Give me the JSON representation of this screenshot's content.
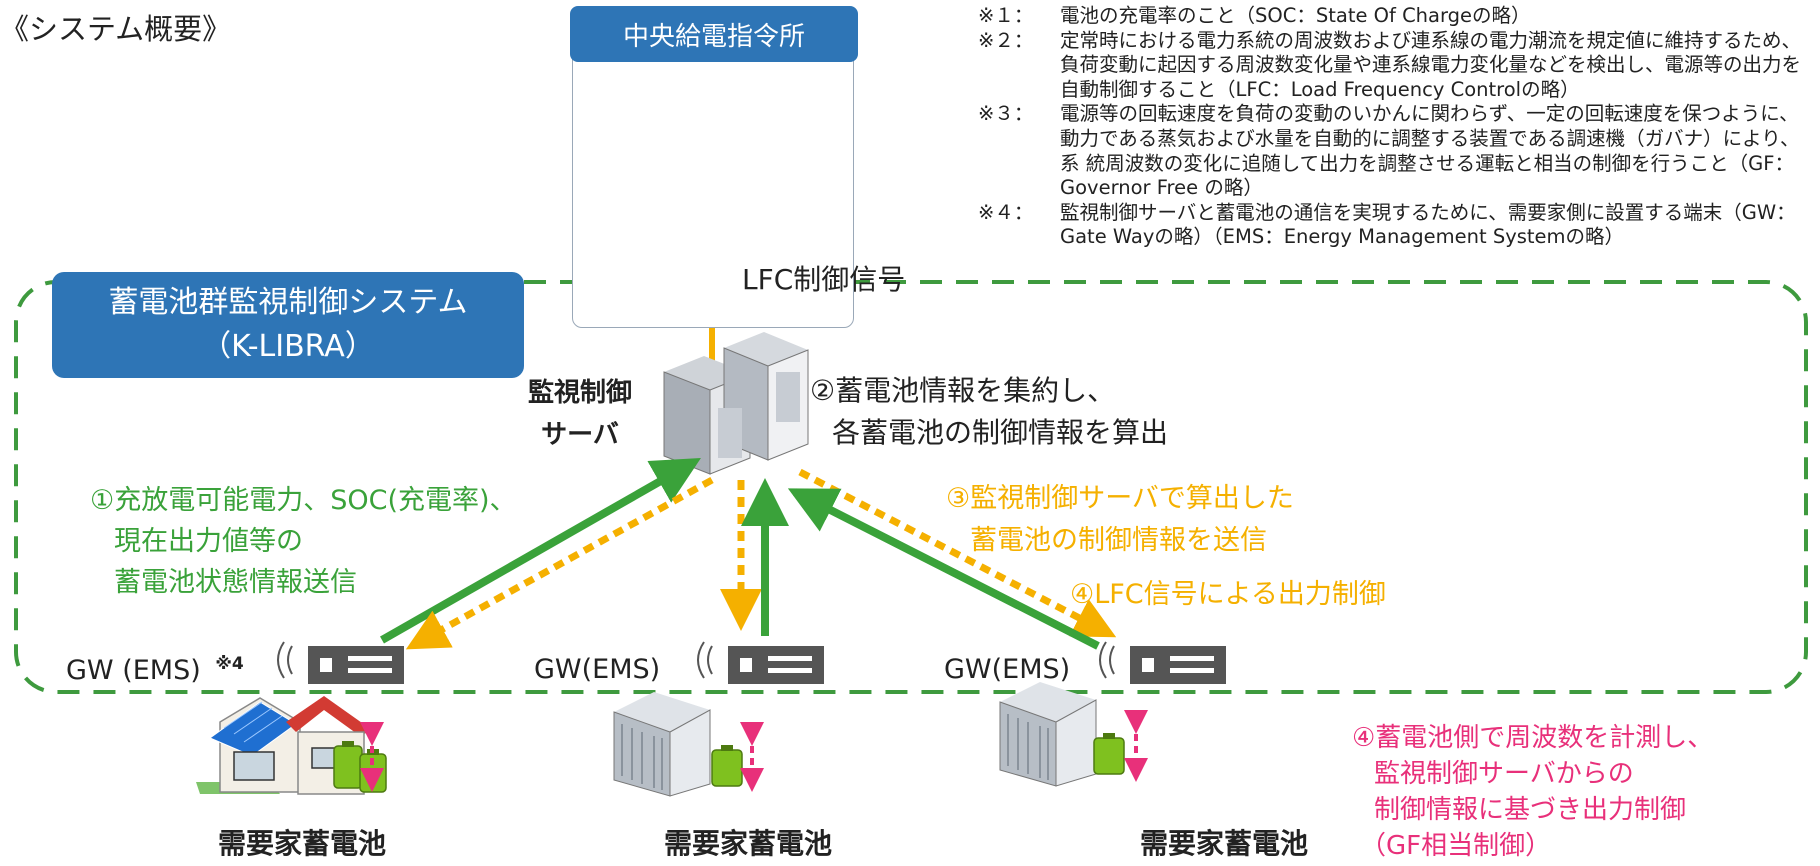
{
  "title": "《システム概要》",
  "central": {
    "label": "中央給電指令所"
  },
  "system": {
    "label_line1": "蓄電池群監視制御システム",
    "label_line2": "（K-LIBRA）"
  },
  "signal_label": "LFC制御信号",
  "server": {
    "label_line1": "監視制御",
    "label_line2": "サーバ"
  },
  "step2": {
    "line1": "②蓄電池情報を集約し、",
    "line2": "各蓄電池の制御情報を算出"
  },
  "step1": {
    "line1": "①充放電可能電力、SOC(充電率)、",
    "line2": "現在出力値等の",
    "line3": "蓄電池状態情報送信"
  },
  "step3": {
    "line1": "③監視制御サーバで算出した",
    "line2": "蓄電池の制御情報を送信"
  },
  "step4": "④LFC信号による出力制御",
  "step4b": {
    "line1": "④蓄電池側で周波数を計測し、",
    "line2": "監視制御サーバからの",
    "line3": "制御情報に基づき出力制御",
    "line4": "（GF相当制御）"
  },
  "gateways": [
    {
      "label": "GW (EMS)",
      "note": "※4"
    },
    {
      "label": "GW(EMS)"
    },
    {
      "label": "GW(EMS)"
    }
  ],
  "demand_label": "需要家蓄電池",
  "notes": [
    {
      "mark": "※１：",
      "text": "電池の充電率のこと（SOC：State Of Chargeの略）"
    },
    {
      "mark": "※２：",
      "text": "定常時における電力系統の周波数および連系線の電力潮流を規定値に維持するため、負荷変動に起因する周波数変化量や連系線電力変化量などを検出し、電源等の出力を自動制御すること（LFC：Load Frequency Controlの略）"
    },
    {
      "mark": "※３：",
      "text": "電源等の回転速度を負荷の変動のいかんに関わらず、一定の回転速度を保つように、動力である蒸気および水量を自動的に調整する装置である調速機（ガバナ）により、系 統周波数の変化に追随して出力を調整させる運転と相当の制御を行うこと（GF：Governor Free の略）"
    },
    {
      "mark": "※４：",
      "text": "監視制御サーバと蓄電池の通信を実現するために、需要家側に設置する端末（GW：Gate Wayの略）（EMS：Energy Management Systemの略）"
    }
  ],
  "colors": {
    "blue": "#2e75b6",
    "green": "#3aa23a",
    "orange": "#f5b000",
    "pink": "#e8307a",
    "dashed_border": "#3e9a3e"
  }
}
